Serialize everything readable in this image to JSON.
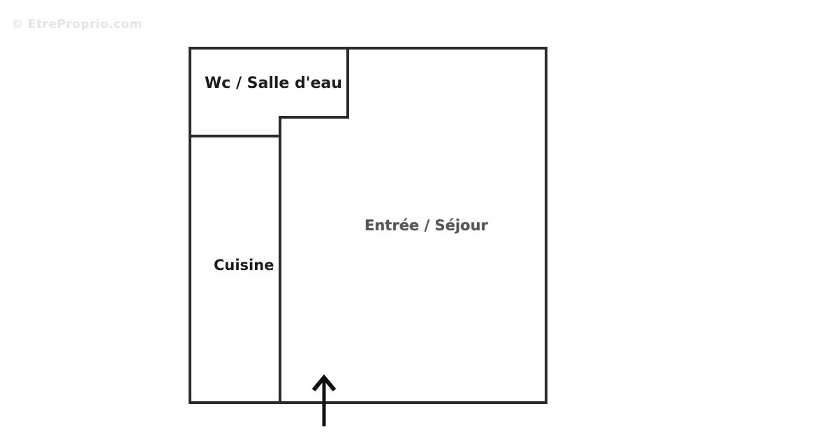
{
  "watermark": {
    "text": "© EtreProprio.com"
  },
  "floorplan": {
    "type": "apartment-floor-plan",
    "rooms": [
      {
        "id": "wc-salle-deau",
        "label": "Wc / Salle d'eau"
      },
      {
        "id": "cuisine",
        "label": "Cuisine"
      },
      {
        "id": "entree-sejour",
        "label": "Entrée / Séjour"
      }
    ],
    "entrance": {
      "marker": "arrow-up",
      "meaning": "entrance through bottom wall into Entrée / Séjour"
    }
  },
  "colors": {
    "background": "#ffffff",
    "wall": "#2b2b2b",
    "label_dark": "#1d1d1d",
    "label_muted": "#575757",
    "watermark": "#e4e4e4",
    "arrow": "#111111"
  }
}
